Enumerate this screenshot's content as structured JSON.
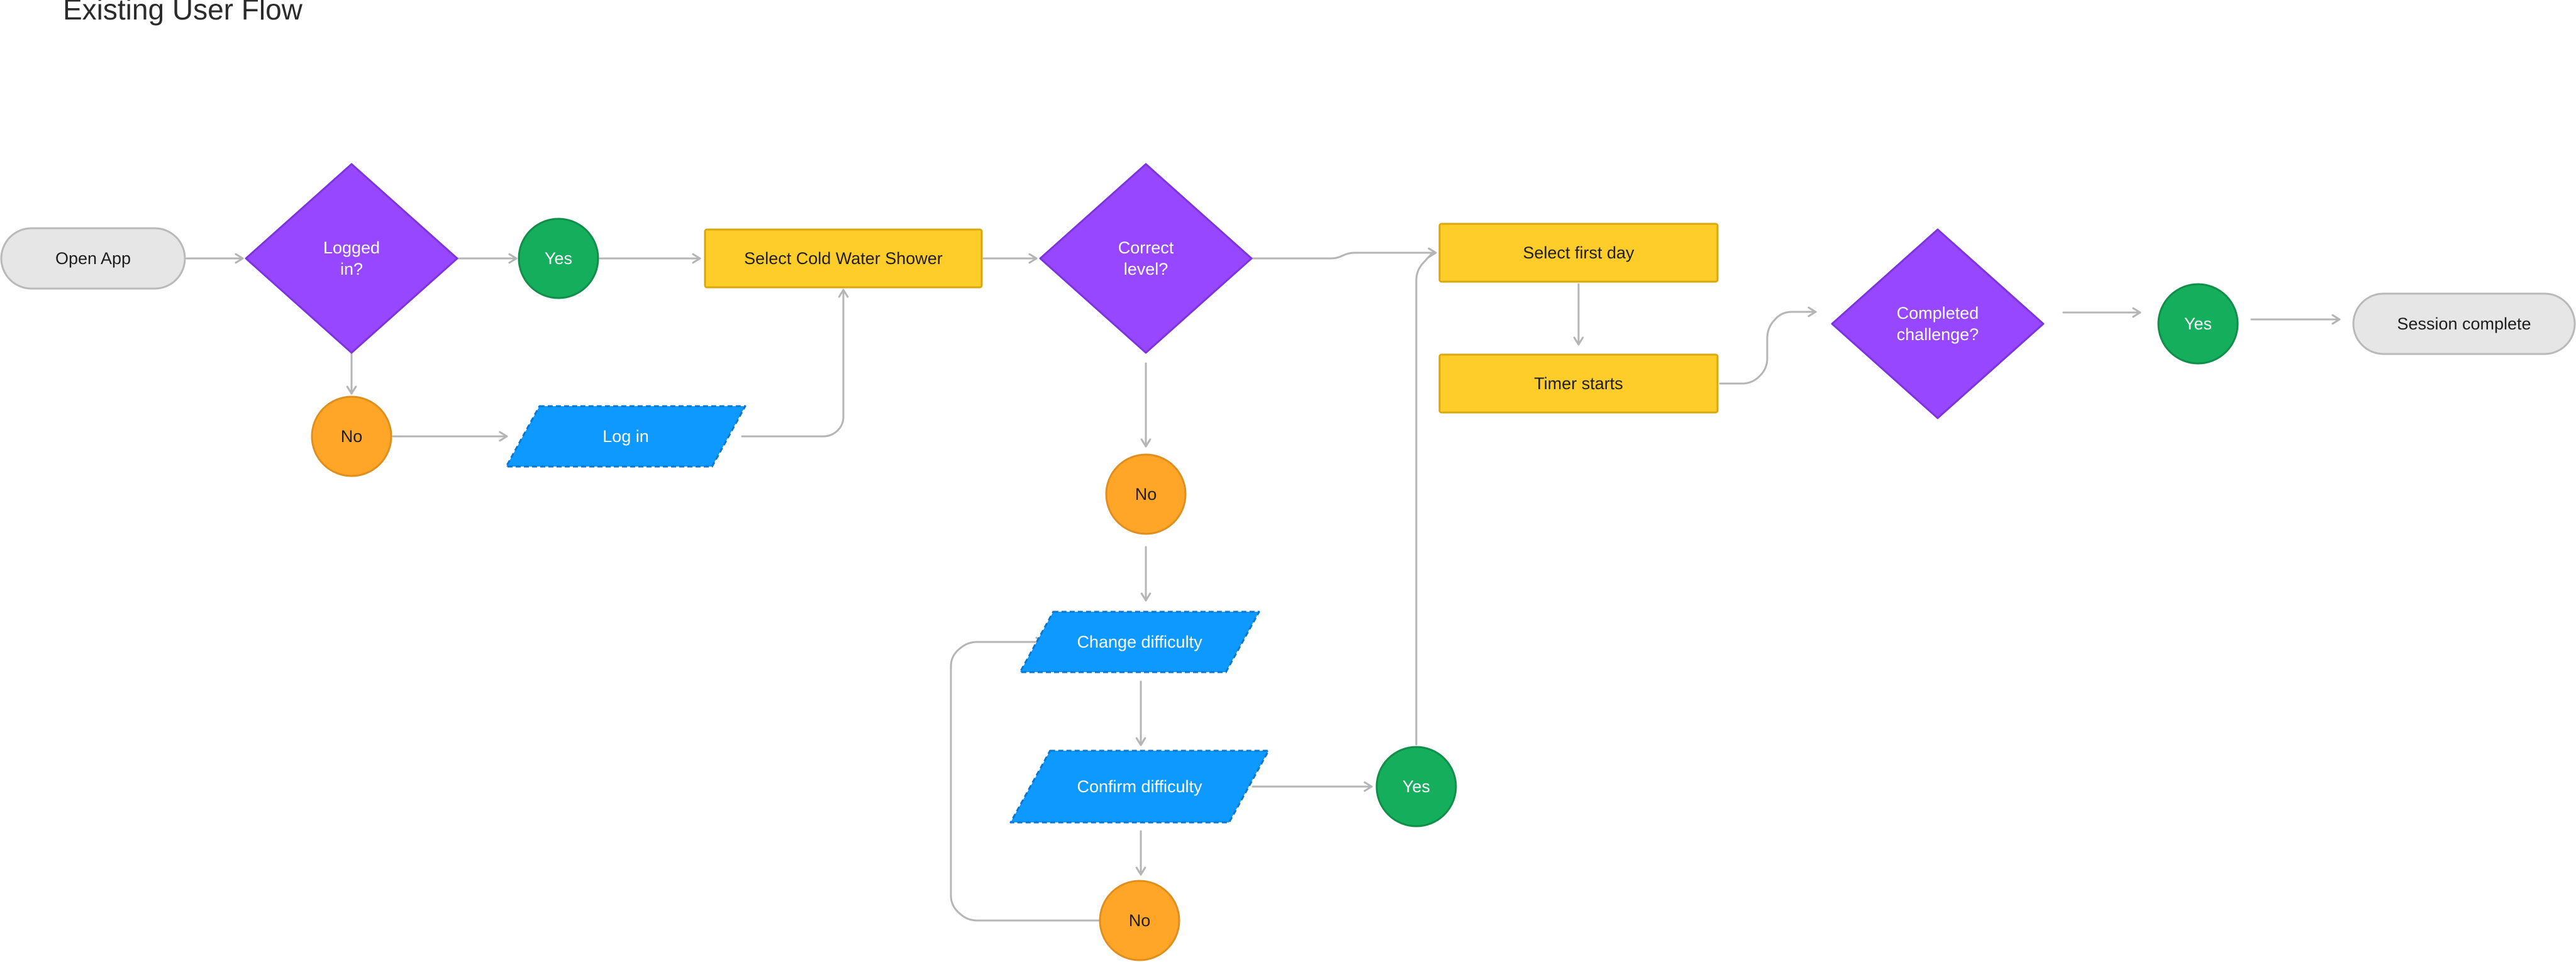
{
  "title": "Existing User Flow",
  "colors": {
    "terminal_fill": "#e6e6e6",
    "terminal_stroke": "#b9b9b9",
    "decision_fill": "#9747ff",
    "decision_stroke": "#7d34dc",
    "yes_fill": "#14ae5c",
    "yes_stroke": "#0f8f4a",
    "no_fill": "#ffa629",
    "no_stroke": "#e08e1c",
    "process_fill": "#ffcd29",
    "process_stroke": "#d9a80d",
    "io_fill": "#0d99ff",
    "io_stroke": "#0a78d1",
    "connector": "#b5b5b5",
    "dark_text": "#1e1e1e",
    "light_text": "#ffffff"
  },
  "nodes": {
    "open_app": {
      "label": "Open App",
      "shape": "terminal"
    },
    "logged_in": {
      "label": "Logged in?",
      "shape": "decision"
    },
    "yes_logged_in": {
      "label": "Yes",
      "shape": "yes"
    },
    "no_logged_in": {
      "label": "No",
      "shape": "no"
    },
    "log_in": {
      "label": "Log in",
      "shape": "io"
    },
    "select_shower": {
      "label": "Select Cold Water Shower",
      "shape": "process"
    },
    "correct_level": {
      "label": "Correct level?",
      "shape": "decision"
    },
    "no_level": {
      "label": "No",
      "shape": "no"
    },
    "change_difficulty": {
      "label": "Change difficulty",
      "shape": "io"
    },
    "confirm_difficulty": {
      "label": "Confirm difficulty",
      "shape": "io"
    },
    "yes_confirm": {
      "label": "Yes",
      "shape": "yes"
    },
    "no_confirm": {
      "label": "No",
      "shape": "no"
    },
    "select_first_day": {
      "label": "Select first day",
      "shape": "process"
    },
    "timer_starts": {
      "label": "Timer starts",
      "shape": "process"
    },
    "completed_challenge": {
      "label": "Completed challenge?",
      "shape": "decision"
    },
    "yes_completed": {
      "label": "Yes",
      "shape": "yes"
    },
    "session_complete": {
      "label": "Session complete",
      "shape": "terminal"
    }
  },
  "connections": [
    {
      "from": "open_app",
      "to": "logged_in"
    },
    {
      "from": "logged_in",
      "to": "yes_logged_in"
    },
    {
      "from": "yes_logged_in",
      "to": "select_shower"
    },
    {
      "from": "logged_in",
      "to": "no_logged_in"
    },
    {
      "from": "no_logged_in",
      "to": "log_in"
    },
    {
      "from": "log_in",
      "to": "select_shower"
    },
    {
      "from": "select_shower",
      "to": "correct_level"
    },
    {
      "from": "correct_level",
      "to": "select_first_day"
    },
    {
      "from": "correct_level",
      "to": "no_level"
    },
    {
      "from": "no_level",
      "to": "change_difficulty"
    },
    {
      "from": "change_difficulty",
      "to": "confirm_difficulty"
    },
    {
      "from": "confirm_difficulty",
      "to": "yes_confirm"
    },
    {
      "from": "confirm_difficulty",
      "to": "no_confirm"
    },
    {
      "from": "no_confirm",
      "to": "change_difficulty"
    },
    {
      "from": "yes_confirm",
      "to": "select_first_day"
    },
    {
      "from": "select_first_day",
      "to": "timer_starts"
    },
    {
      "from": "timer_starts",
      "to": "completed_challenge"
    },
    {
      "from": "completed_challenge",
      "to": "yes_completed"
    },
    {
      "from": "yes_completed",
      "to": "session_complete"
    }
  ]
}
